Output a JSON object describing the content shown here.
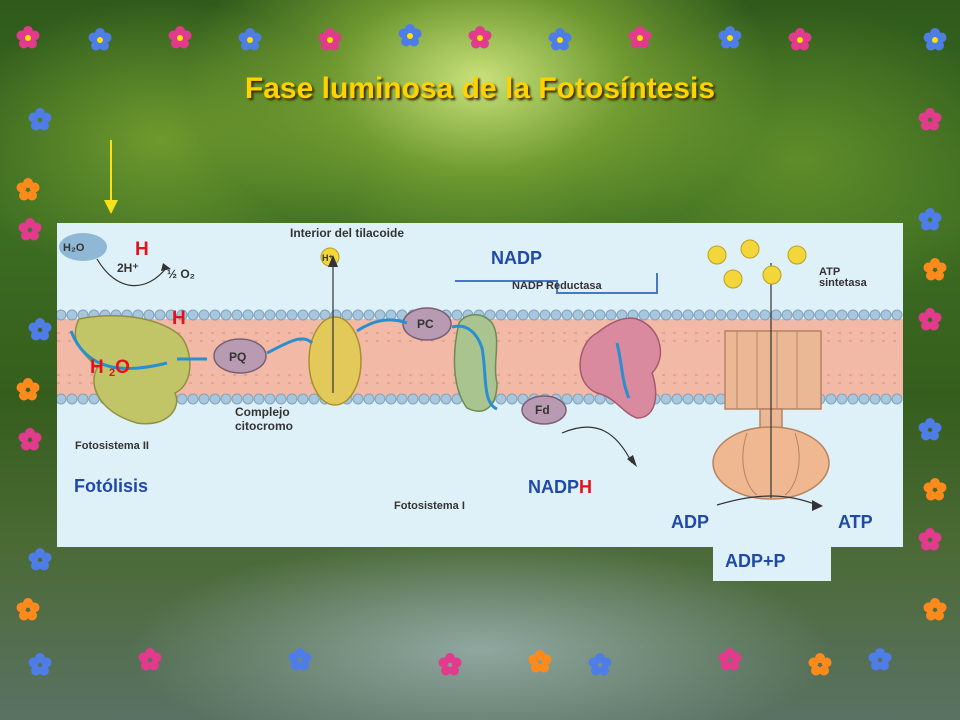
{
  "title": "Fase luminosa de la Fotosíntesis",
  "labels": {
    "h_top": "H",
    "h_mid": "H",
    "h2o_h": "H",
    "h2o_sub": "2",
    "h2o_o": "O",
    "nadp": "NADP",
    "fotolisis": "Fotólisis",
    "nadph_base": "NADP",
    "nadph_h": "H",
    "adp": "ADP",
    "atp": "ATP",
    "adp_p": "ADP+P"
  },
  "figure_text": {
    "interior": "Interior del tilacoide",
    "h2o": "H₂O",
    "two_h": "2H⁺",
    "half_o2": "½ O₂",
    "hplus": "H⁺",
    "pq": "PQ",
    "pc": "PC",
    "fd": "Fd",
    "nadp_reductasa": "NADP Reductasa",
    "atp_sintetasa_1": "ATP",
    "atp_sintetasa_2": "sintetasa",
    "complejo_1": "Complejo",
    "complejo_2": "citocromo",
    "fotosistema_ii": "Fotosistema II",
    "fotosistema_i": "Fotosistema I"
  },
  "colors": {
    "title": "#ffd200",
    "label_blue": "#1f4aa8",
    "label_red": "#e4121a",
    "panel_bg": "#dff1f8",
    "membrane": "#f2b9a6"
  }
}
